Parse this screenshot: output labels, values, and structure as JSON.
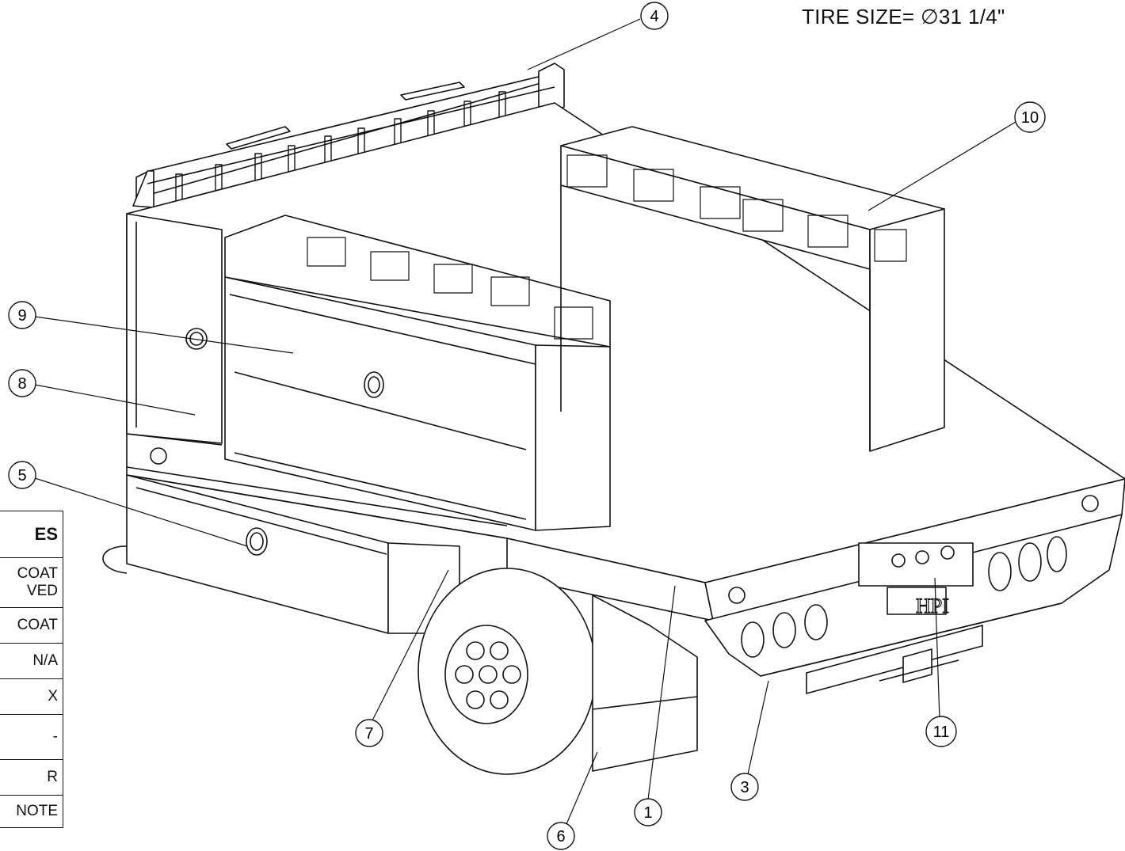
{
  "tire_note": {
    "label": "TIRE SIZE=",
    "symbol": "∅",
    "value": "31 1/4\""
  },
  "balloons": [
    "4",
    "10",
    "9",
    "8",
    "5",
    "7",
    "6",
    "1",
    "3",
    "11"
  ],
  "notes_table": {
    "header": "ES",
    "rows": [
      [
        "COAT",
        "VED"
      ],
      [
        "COAT"
      ],
      [
        "N/A"
      ],
      [
        "X"
      ],
      [
        "-"
      ],
      [
        "R"
      ],
      [
        "NOTE"
      ]
    ]
  },
  "plate_text": "HPI"
}
